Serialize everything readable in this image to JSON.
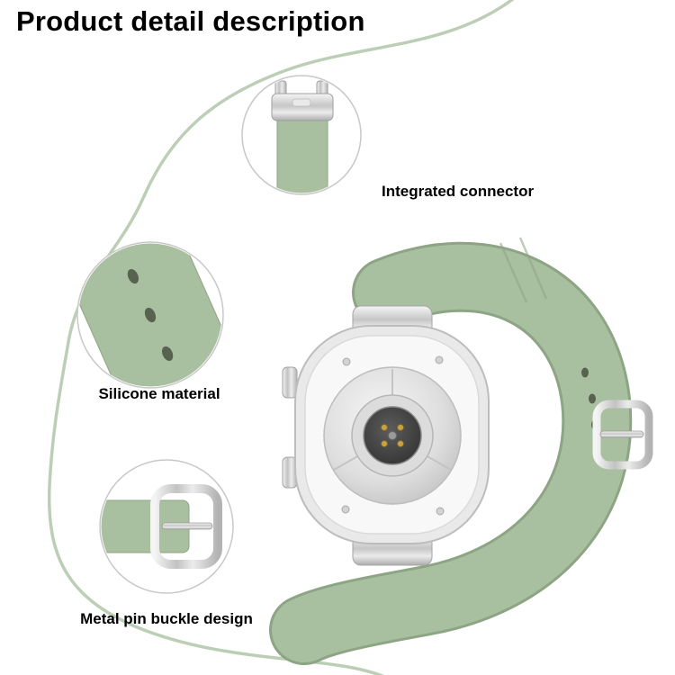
{
  "title": "Product detail description",
  "callouts": {
    "connector": {
      "label": "Integrated connector"
    },
    "silicone": {
      "label": "Silicone material"
    },
    "buckle": {
      "label": "Metal pin buckle design"
    }
  },
  "product": {
    "type": "smartwatch silicone strap, rear view with three feature callouts"
  },
  "colors": {
    "band_green": "#a8bfa0",
    "band_green_dark": "#8da585",
    "deco_green": "#bccfb6",
    "hole_dark": "#57624f",
    "silver": "#c9c9c9",
    "silver_light": "#efefef",
    "text": "#000000",
    "background": "#ffffff"
  }
}
